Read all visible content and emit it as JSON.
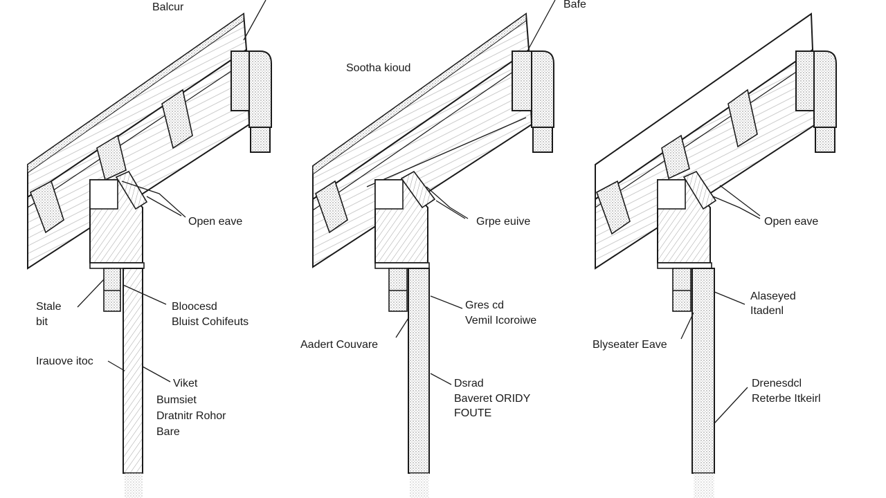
{
  "diagram": {
    "panels": [
      {
        "labels": {
          "top": "Balcur",
          "eave": "Open eave",
          "left_upper": [
            "Stale",
            "bit"
          ],
          "right_upper": [
            "Bloocesd",
            "Bluist Cohifeuts"
          ],
          "left_lower": "Irauove itoc",
          "right_lower": [
            "Viket",
            "Bumsiet",
            "Dratnitr Rohor",
            "Bare"
          ]
        }
      },
      {
        "labels": {
          "top": "Bafe",
          "mid_left": "Sootha kioud",
          "eave": "Grpe euive",
          "right_upper": [
            "Gres cd",
            "Vemil Icoroiwe"
          ],
          "left_lower": "Aadert Couvare",
          "right_lower": [
            "Dsrad",
            "Baveret ORIDY",
            "FOUTE"
          ]
        }
      },
      {
        "labels": {
          "eave": "Open eave",
          "right_upper": [
            "Alaseyed",
            "Itadenl"
          ],
          "left_lower": "Blyseater Eave",
          "right_lower": [
            "Drenesdcl",
            "Reterbe Itkeirl"
          ]
        }
      }
    ],
    "colors": {
      "ink": "#1a1a1a",
      "stipple": "#9a9a9a",
      "paper": "#ffffff"
    }
  }
}
